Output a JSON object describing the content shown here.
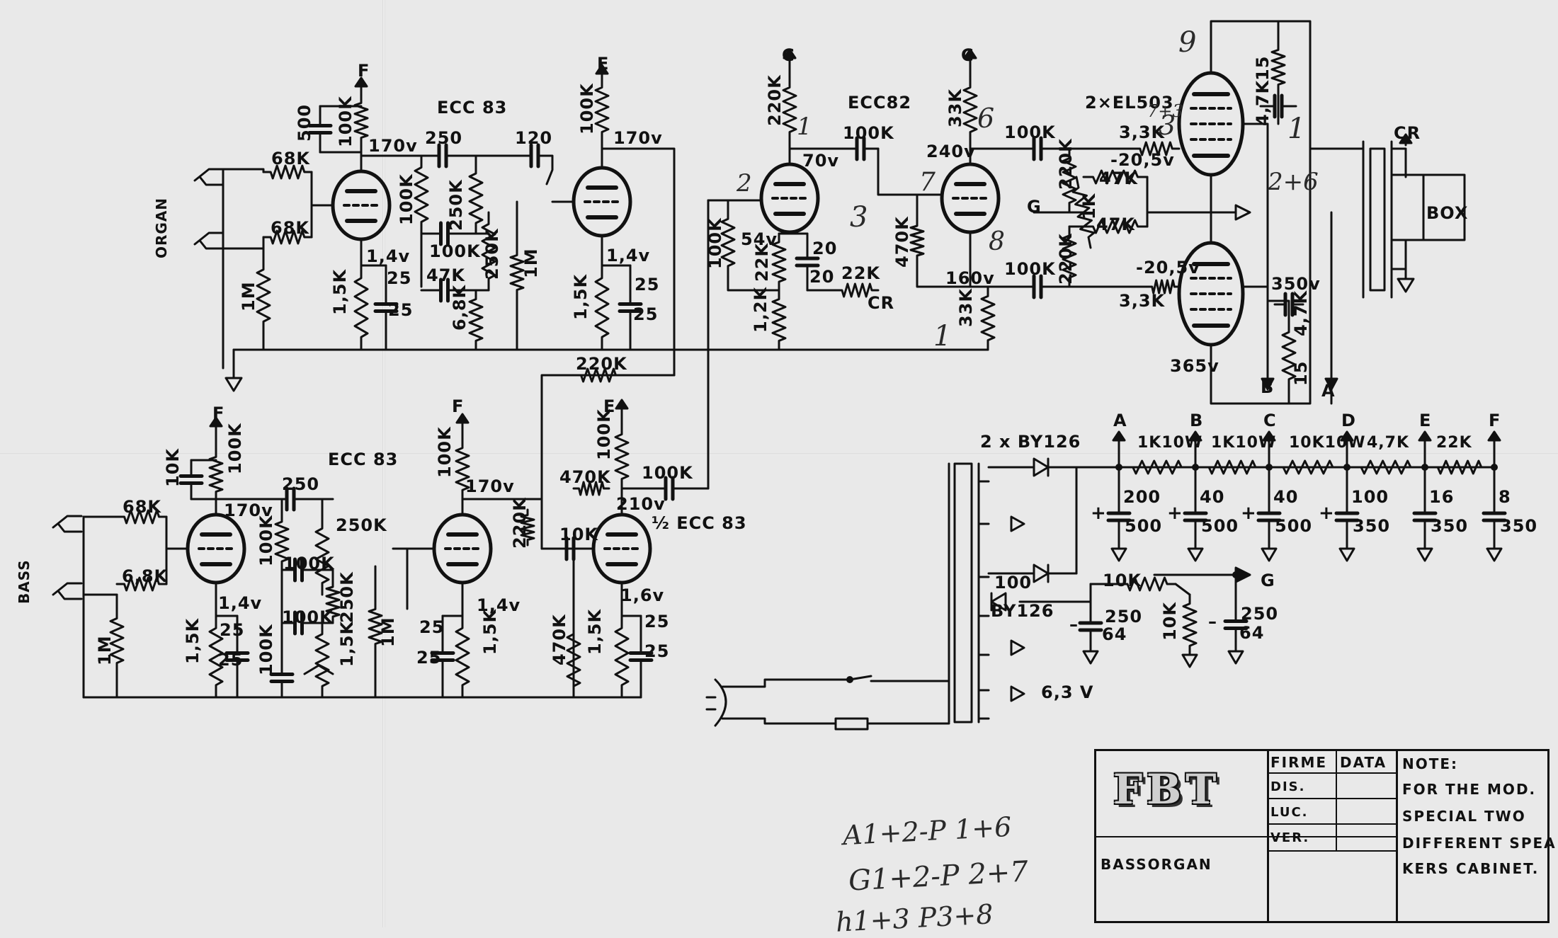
{
  "schematic": {
    "sections": {
      "organ_input": "ORGAN",
      "bass_input": "BASS"
    },
    "tubes": {
      "organ_preamp": "ECC 83",
      "phase_inverter": "ECC82",
      "output": "2×EL503",
      "bass_preamp": "ECC 83",
      "mixer": "½ ECC 83"
    },
    "supply_nodes": [
      "F",
      "E",
      "C",
      "C",
      "A",
      "B",
      "G",
      "CR"
    ],
    "voltages": {
      "organ_v1_plate": "170v",
      "organ_v1_cathode": "1,4v",
      "organ_v2_plate": "170v",
      "organ_v2_cathode": "1,4v",
      "pi_plate_left": "70v",
      "pi_cathode": "54v",
      "pi_plate_right": "240v",
      "pi_bottom": "160v",
      "out_grid_top": "-20,5v",
      "out_grid_bottom": "-20,5v",
      "out_screen": "350v",
      "out_plate": "365v",
      "bass_v1_plate": "170v",
      "bass_v1_cathode": "1,4v",
      "bass_v2_plate": "170v",
      "bass_v2_cathode": "1,4v",
      "mixer_plate": "210v",
      "mixer_cathode": "1,6v"
    },
    "components": {
      "organ": [
        "500",
        "100K",
        "68K",
        "68K",
        "1M",
        "250",
        "100K",
        "250K",
        "100K",
        "250K",
        "47K",
        "6,8K",
        "1,5K",
        "25",
        "25",
        "120",
        "1M",
        "100K",
        "1,5K",
        "25",
        "25"
      ],
      "pi": [
        "220K",
        "100K",
        "100K",
        "22K",
        "1,2K",
        "20",
        "20",
        "22K",
        "470K",
        "33K",
        "33K",
        "100K",
        "100K",
        "220K",
        "220K",
        "47K",
        "47K",
        "1K"
      ],
      "output": [
        "3,3K",
        "3,3K",
        "4,7K",
        "15",
        "4,7K",
        "15"
      ],
      "bass": [
        "10K",
        "100K",
        "68K",
        "6,8K",
        "1M",
        "1,5K",
        "25",
        "25",
        "250",
        "100K",
        "100K",
        "250K",
        "100K",
        "1,5K",
        "250K",
        "100K",
        "1M",
        "100K",
        "25",
        "25",
        "1,5K"
      ],
      "mixer": [
        "220K",
        "470K",
        "100K",
        "100K",
        "220K",
        "10K",
        "470K",
        "1,5K",
        "25",
        "25"
      ]
    },
    "power_supply": {
      "rectifier_top": "2 x BY126",
      "rectifier_bias": "BY126",
      "bias_resistor": "100",
      "heater": "6,3 V",
      "chain": [
        {
          "node": "A",
          "cap_value": "200",
          "cap_voltage": "500",
          "polarity": "+"
        },
        {
          "node": "B",
          "series": "1K10W",
          "cap_value": "40",
          "cap_voltage": "500",
          "polarity": "+"
        },
        {
          "node": "C",
          "series": "1K10W",
          "cap_value": "40",
          "cap_voltage": "500",
          "polarity": "+"
        },
        {
          "node": "D",
          "series": "10K10W",
          "cap_value": "100",
          "cap_voltage": "350",
          "polarity": "+"
        },
        {
          "node": "E",
          "series": "4,7K",
          "cap_value": "16",
          "cap_voltage": "350",
          "polarity": ""
        },
        {
          "node": "F",
          "series": "22K",
          "cap_value": "8",
          "cap_voltage": "350",
          "polarity": ""
        }
      ],
      "bias": {
        "node": "G",
        "r1": "10K",
        "r2": "10K",
        "c1_value": "250",
        "c1_voltage": "64",
        "c2_value": "250",
        "c2_voltage": "64"
      },
      "box": "BOX",
      "speaker_node": "CR"
    },
    "handwritten": {
      "tube_numbers": [
        "9",
        "7+3",
        "3",
        "1",
        "2+6",
        "1",
        "2",
        "3",
        "6",
        "7",
        "8",
        "1"
      ],
      "notes": [
        "A1+2-P 1+6",
        "G1+2-P 2+7",
        "h1+3 P3+8"
      ]
    }
  },
  "title_block": {
    "logo": "FBT",
    "model": "BASSORGAN",
    "col_firme": "FIRME",
    "col_data": "DATA",
    "rows": [
      "DIS.",
      "LUC.",
      "VER."
    ],
    "note_title": "NOTE:",
    "note_lines": [
      "FOR THE MOD.",
      "SPECIAL TWO",
      "DIFFERENT SPEA",
      "KERS CABINET."
    ]
  }
}
